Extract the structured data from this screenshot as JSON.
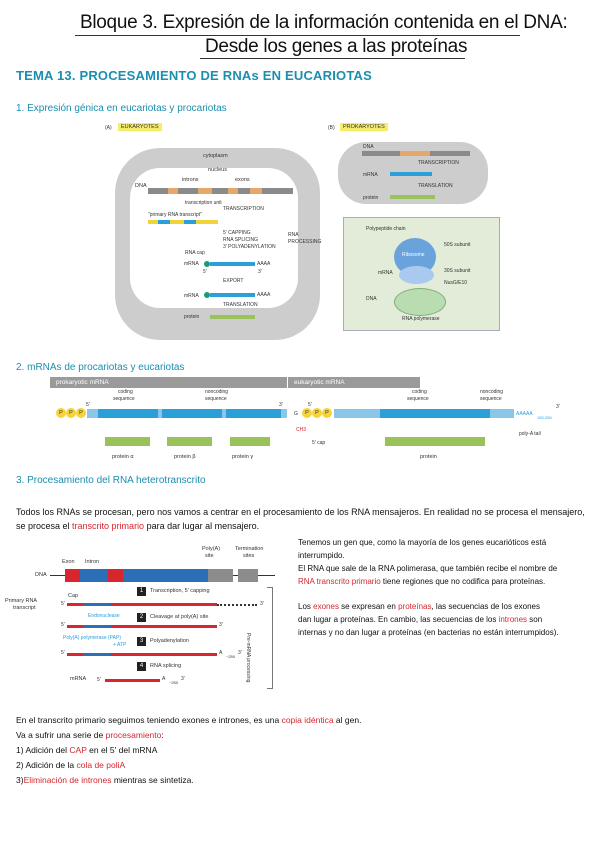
{
  "header": {
    "title_line1": "Bloque 3. Expresión de la información contenida en el DNA:",
    "title_line2": "Desde los genes a las proteínas"
  },
  "tema": "TEMA 13. PROCESAMIENTO DE RNAs EN EUCARIOTAS",
  "sections": {
    "s1": "1. Expresión génica en eucariotas y procariotas",
    "s2": "2. mRNAs de procariotas y eucariotas",
    "s3": "3. Procesamiento del RNA heterotranscrito"
  },
  "fig1": {
    "panel_a": "(A)",
    "panel_a_badge": "EUKARYOTES",
    "panel_b": "(B)",
    "panel_b_badge": "PROKARYOTES",
    "cytoplasm": "cytoplasm",
    "nucleus": "nucleus",
    "introns": "introns",
    "exons": "exons",
    "dna": "DNA",
    "transcription_unit": "transcription unit",
    "primary_transcript": "\"primary RNA transcript\"",
    "transcription": "TRANSCRIPTION",
    "capping": "5' CAPPING",
    "splicing": "RNA SPLICING",
    "polyadenylation": "3' POLYADENYLATION",
    "rna_processing_1": "RNA",
    "rna_processing_2": "PROCESSING",
    "rna_cap": "RNA cap",
    "mrna": "mRNA",
    "aaaa": "AAAA",
    "five": "5'",
    "three": "3'",
    "export": "EXPORT",
    "translation": "TRANSLATION",
    "protein": "protein",
    "prok_dna": "DNA",
    "prok_transcription": "TRANSCRIPTION",
    "prok_mrna": "mRNA",
    "prok_translation": "TRANSLATION",
    "prok_protein": "protein",
    "micro_polypeptide": "Polypeptide chain",
    "micro_ribosome": "Ribosome",
    "micro_50s": "50S subunit",
    "micro_30s": "30S subunit",
    "micro_mrna": "mRNA",
    "micro_dna": "DNA",
    "micro_nuso": "NusG/E10",
    "micro_rnap": "RNA polymerase"
  },
  "fig2": {
    "prok_label": "prokaryotic mRNA",
    "euk_label": "eukaryotic mRNA",
    "coding": "coding",
    "noncoding": "noncoding",
    "sequence": "sequence",
    "p": "P",
    "five": "5'",
    "three": "3'",
    "alpha": "protein α",
    "beta": "protein β",
    "gamma": "protein γ",
    "protein": "protein",
    "g": "G",
    "ch3": "CH3",
    "cap": "5' cap",
    "polyA_tail": "poly-A tail",
    "aaaaa": "AAAAA",
    "aaaaa_sub": "150-250"
  },
  "fig3": {
    "exon": "Exon",
    "intron": "Intron",
    "polyA_site_1": "Poly(A)",
    "polyA_site_2": "site",
    "termination_1": "Termination",
    "termination_2": "sites",
    "dna": "DNA",
    "primary_1": "Primary RNA",
    "primary_2": "transcript",
    "cap": "Cap",
    "endonuclease": "Endonuclease",
    "pap": "Poly(A) polymerase (PAP)",
    "atp": "+ ATP",
    "step1": "Transcription, 5' capping",
    "step2": "Cleavage at poly(A) site",
    "step3": "Polyadenylation",
    "step4": "RNA splicing",
    "n1": "1",
    "n2": "2",
    "n3": "3",
    "n4": "4",
    "mrna": "mRNA",
    "five": "5'",
    "three": "3'",
    "a250": "A",
    "a250_sub": "~250",
    "side": "Pre-mRNA processing"
  },
  "paragraph1_a": "Todos los RNAs se procesan, pero nos vamos a centrar en el procesamiento de los RNA mensajeros. En realidad no se procesa el mensajero,",
  "paragraph1_b": "se procesa el",
  "paragraph1_red": "transcrito primario",
  "paragraph1_c": "para dar lugar al mensajero.",
  "right_text": {
    "l1": "Tenemos un gen que, como la mayoría de los genes eucarióticos está",
    "l2": "interrumpido.",
    "l3": "El RNA que sale de la RNA polimerasa, que también recibe el nombre de",
    "l4_red": "RNA transcrito primario",
    "l4": "tiene regiones que no codifica para proteínas.",
    "l5_a": "Los",
    "l5_red1": "exones",
    "l5_b": "se expresan en",
    "l5_red2": "proteínas",
    "l5_c": ", las secuencias de los exones",
    "l6_a": "dan lugar a proteínas. En cambio, las secuencias de los",
    "l6_red": "intrones",
    "l6_b": "son",
    "l7": "internas y no dan lugar a proteínas (en bacterias no están interrumpidos)."
  },
  "bottom": {
    "l1_a": "En el transcrito primario seguimos teniendo exones e intrones, es una",
    "l1_red": "copia idéntica",
    "l1_b": "al gen.",
    "l2_a": "Va a sufrir una serie de",
    "l2_red": "procesamiento",
    "l2_b": ":",
    "l3_a": "1) Adición del",
    "l3_red": "CAP",
    "l3_b": "en el 5' del mRNA",
    "l4_a": "2) Adición de la",
    "l4_red": "cola de poliA",
    "l5_a": "3)",
    "l5_red": "Eliminación de intrones",
    "l5_b": "mientras se sintetiza."
  }
}
